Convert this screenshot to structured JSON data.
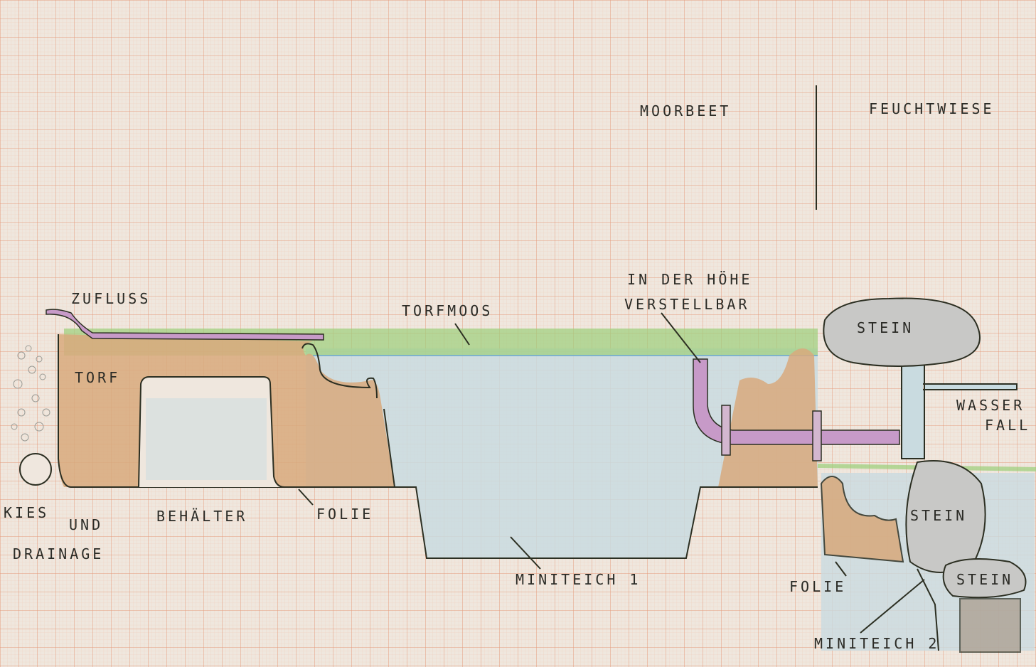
{
  "colors": {
    "paper": "#efe7de",
    "grid_minor": "#eec3ae",
    "grid_major": "#e59b7c",
    "water": "#c9dbe0",
    "peat": "#d8a97c",
    "moss": "#9ccf7a",
    "pipe": "#c79ac8",
    "stone": "#c8c8c6",
    "ink": "#2c2f22"
  },
  "labels": {
    "moorbeet": "MOORBEET",
    "feuchtwiese": "FEUCHTWIESE",
    "zufluss": "ZUFLUSS",
    "torfmoos": "TORFMOOS",
    "hoehe_line1": "IN DER HÖHE",
    "hoehe_line2": "VERSTELLBAR",
    "torf": "TORF",
    "stein_top": "STEIN",
    "stein_mid": "STEIN",
    "stein_low": "STEIN",
    "wasser": "WASSER",
    "fall": "FALL",
    "kies": "KIES",
    "und": "UND",
    "drainage": "DRAINAGE",
    "behaelter": "BEHÄLTER",
    "folie_left": "FOLIE",
    "folie_right": "FOLIE",
    "miniteich1": "MINITEICH 1",
    "miniteich2": "MINITEICH 2"
  }
}
